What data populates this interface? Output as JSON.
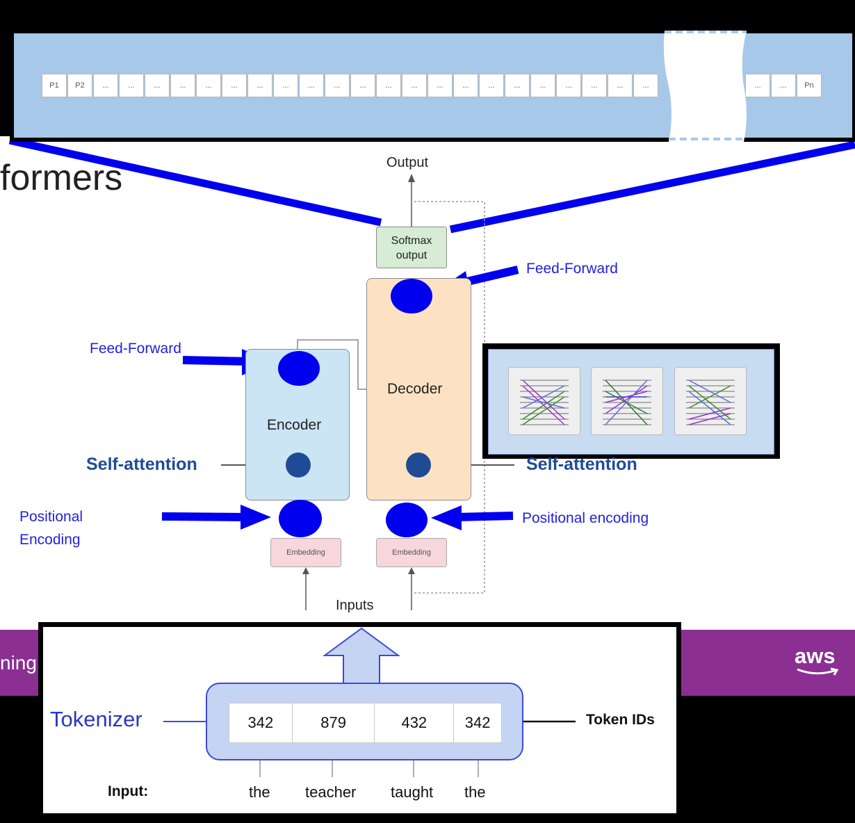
{
  "slide": {
    "title": "formers",
    "banner_left": "ning",
    "aws": "aws"
  },
  "vocab": {
    "cells": [
      "P1",
      "P2",
      "...",
      "...",
      "...",
      "...",
      "...",
      "...",
      "...",
      "...",
      "...",
      "...",
      "...",
      "...",
      "...",
      "...",
      "...",
      "...",
      "...",
      "...",
      "...",
      "...",
      "...",
      "..."
    ],
    "tail_cells": [
      "...",
      "...",
      "Pn"
    ]
  },
  "architecture": {
    "output": "Output",
    "softmax": [
      "Softmax",
      "output"
    ],
    "encoder": "Encoder",
    "decoder": "Decoder",
    "embedding": "Embedding",
    "inputs": "Inputs",
    "self_attention": "Self-attention"
  },
  "annotations": {
    "feed_forward_decoder": "Feed-Forward",
    "feed_forward_encoder": "Feed-Forward",
    "positional_encoding_encoder": [
      "Positional",
      "Encoding"
    ],
    "positional_encoding_decoder": "Positional encoding",
    "annotation_color": "#0000ee"
  },
  "tokenizer": {
    "label": "Tokenizer",
    "token_ids_label": "Token IDs",
    "input_label": "Input:",
    "token_ids": [
      "342",
      "879",
      "432",
      "342"
    ],
    "words": [
      "the",
      "teacher",
      "taught",
      "the"
    ]
  }
}
